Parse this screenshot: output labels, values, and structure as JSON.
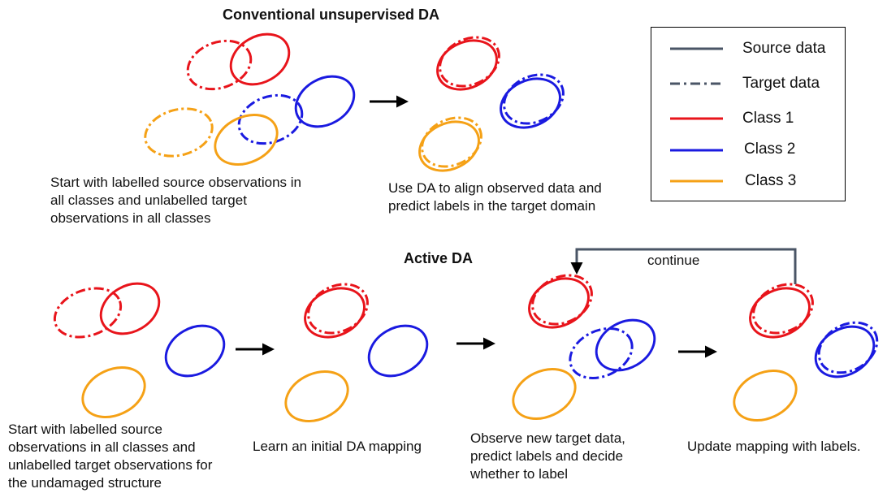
{
  "titles": {
    "conventional": "Conventional unsupervised DA",
    "active": "Active DA"
  },
  "legend": {
    "source": "Source data",
    "target": "Target data",
    "class1": "Class 1",
    "class2": "Class 2",
    "class3": "Class 3"
  },
  "captions": {
    "conv_start": [
      "Start with labelled source observations in",
      "all classes and unlabelled target",
      "observations in all classes"
    ],
    "conv_end": [
      "Use DA to align observed data and",
      "predict labels in the target domain"
    ],
    "active_start": [
      "Start with labelled source",
      "observations in all classes and",
      "unlabelled target observations for",
      "the undamaged structure"
    ],
    "active_learn": "Learn an initial DA mapping",
    "active_observe": [
      "Observe new target data,",
      "predict labels and decide",
      "whether to label"
    ],
    "active_update": "Update mapping with labels.",
    "continue": "continue"
  },
  "colors": {
    "class1": "#e8141b",
    "class2": "#1a1ae0",
    "class3": "#f5a116",
    "source_line": "#4a5566",
    "arrow": "#000000"
  }
}
